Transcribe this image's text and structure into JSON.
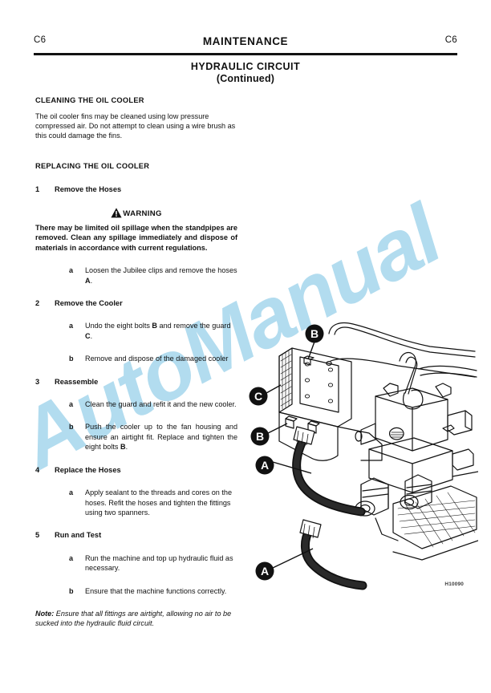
{
  "header": {
    "left_code": "C6",
    "center_title": "MAINTENANCE",
    "right_code": "C6"
  },
  "title": {
    "line1": "HYDRAULIC CIRCUIT",
    "line2": "(Continued)"
  },
  "watermark": {
    "text": "AutoManual",
    "color": "#b2dcef"
  },
  "sections": {
    "cleaning": {
      "heading": "CLEANING THE OIL COOLER",
      "paragraph": "The oil cooler fins may be cleaned using low pressure compressed air.  Do not attempt to clean using a wire brush as this could damage the fins."
    },
    "replacing": {
      "heading": "REPLACING THE OIL COOLER"
    }
  },
  "warning": {
    "icon": "warning-triangle-icon",
    "label": "WARNING",
    "text": "There may be limited oil spillage when the standpipes are removed.  Clean any spillage immediately and dispose of materials in accordance with current regulations."
  },
  "steps": [
    {
      "num": "1",
      "title": "Remove the Hoses",
      "substeps": [
        {
          "letter": "a",
          "text_pre": "Loosen the Jubilee clips and remove the hoses ",
          "bold": "A",
          "text_post": "."
        }
      ]
    },
    {
      "num": "2",
      "title": "Remove the Cooler",
      "substeps": [
        {
          "letter": "a",
          "text_pre": "Undo the eight bolts ",
          "bold": "B",
          "text_mid": " and remove the guard ",
          "bold2": "C",
          "text_post": "."
        },
        {
          "letter": "b",
          "text_pre": "Remove and dispose of the damaged cooler"
        }
      ]
    },
    {
      "num": "3",
      "title": "Reassemble",
      "substeps": [
        {
          "letter": "a",
          "text_pre": "Clean the guard and refit it and the new cooler."
        },
        {
          "letter": "b",
          "text_pre": "Push the cooler up to the fan housing and ensure an airtight fit.  Replace and tighten the eight bolts ",
          "bold": "B",
          "text_post": "."
        }
      ]
    },
    {
      "num": "4",
      "title": "Replace the Hoses",
      "substeps": [
        {
          "letter": "a",
          "text_pre": "Apply sealant to the threads and cores on the hoses. Refit the hoses and tighten the fittings using two spanners."
        }
      ]
    },
    {
      "num": "5",
      "title": "Run and Test",
      "substeps": [
        {
          "letter": "a",
          "text_pre": "Run the machine and top up hydraulic fluid as necessary."
        },
        {
          "letter": "b",
          "text_pre": "Ensure that the machine functions correctly."
        }
      ]
    }
  ],
  "note": {
    "label": "Note:",
    "text": " Ensure that all fittings are airtight, allowing no air to be sucked into the hydraulic fluid circuit."
  },
  "figure": {
    "reference": "H10090",
    "callouts": [
      {
        "label": "B",
        "role": "bolt-callout-top"
      },
      {
        "label": "C",
        "role": "guard-callout"
      },
      {
        "label": "B",
        "role": "bolt-callout-lower"
      },
      {
        "label": "A",
        "role": "hose-callout-upper"
      },
      {
        "label": "A",
        "role": "hose-callout-lower"
      }
    ]
  }
}
